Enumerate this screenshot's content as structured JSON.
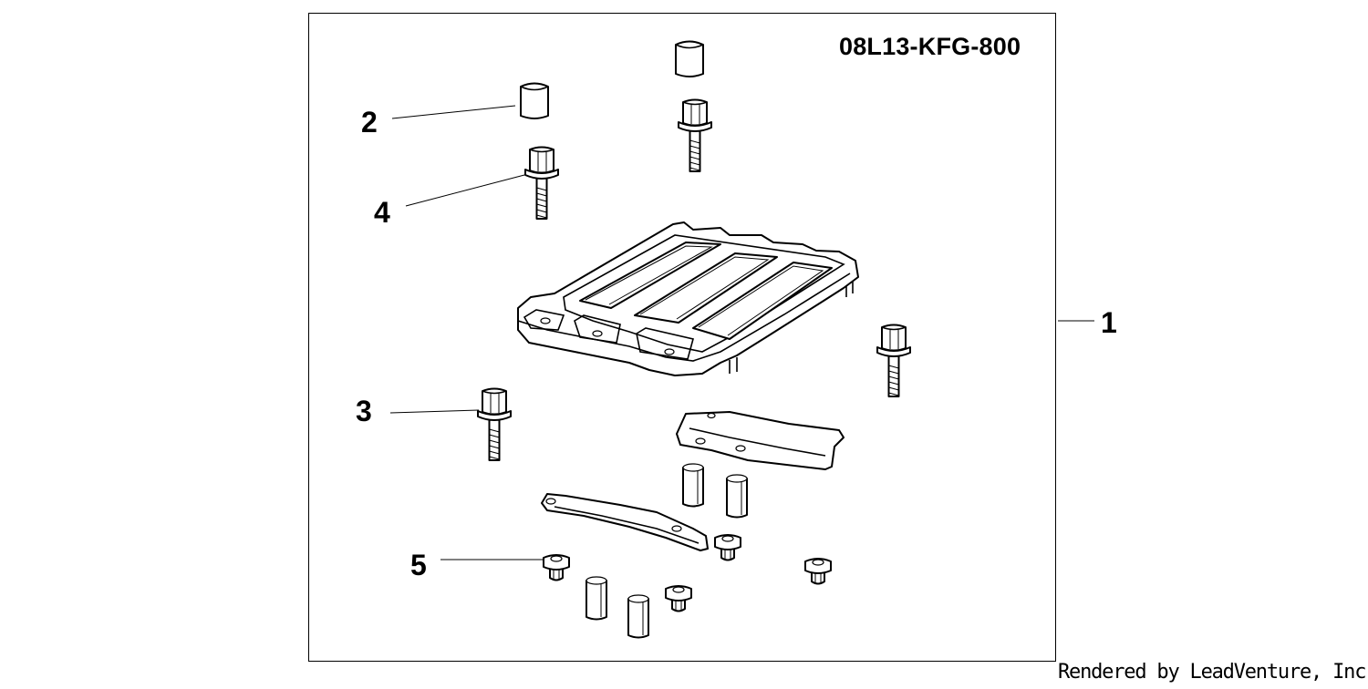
{
  "part_number": "08L13-KFG-800",
  "callouts": {
    "c1": "1",
    "c2": "2",
    "c3": "3",
    "c4": "4",
    "c5": "5"
  },
  "credit": "Rendered by LeadVenture, Inc."
}
